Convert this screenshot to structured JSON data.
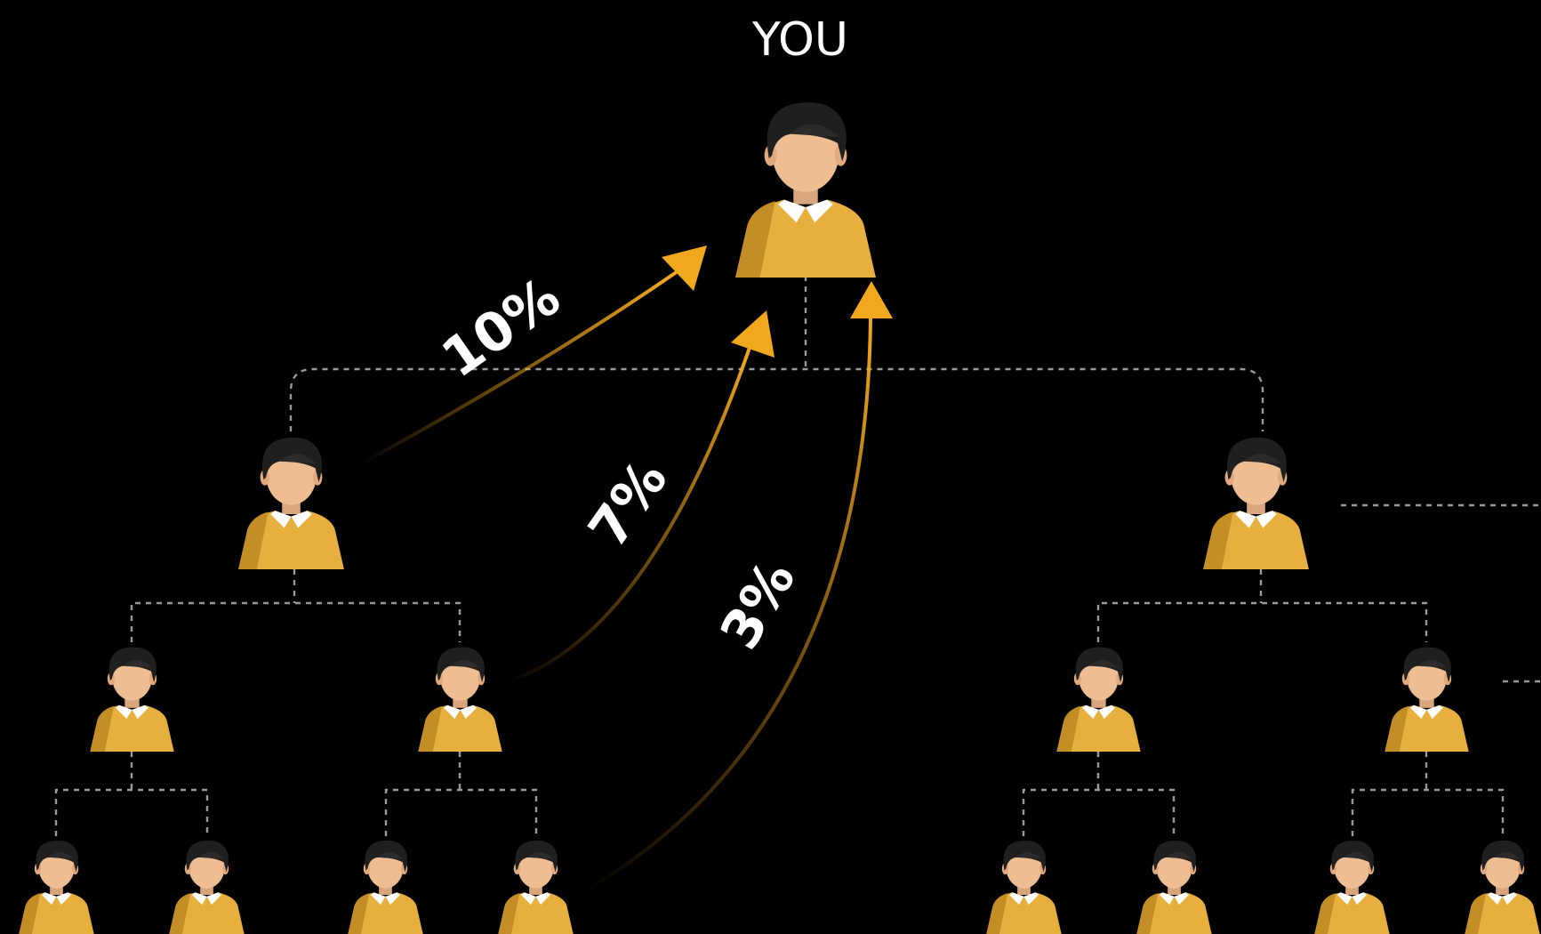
{
  "diagram": {
    "title": "YOU",
    "commissions": [
      {
        "label": "10%"
      },
      {
        "label": "7%"
      },
      {
        "label": "3%"
      }
    ],
    "colors": {
      "background": "#000000",
      "shirt": "#E6AF3E",
      "shirt_shadow": "#C48E26",
      "skin": "#EEBD91",
      "hair": "#1F1F1F",
      "arrow": "#F2A81E",
      "connector": "#9A9A9A",
      "text": "#FFFFFF"
    },
    "icons": {
      "person": "person-icon",
      "arrow": "arrow-icon"
    }
  }
}
